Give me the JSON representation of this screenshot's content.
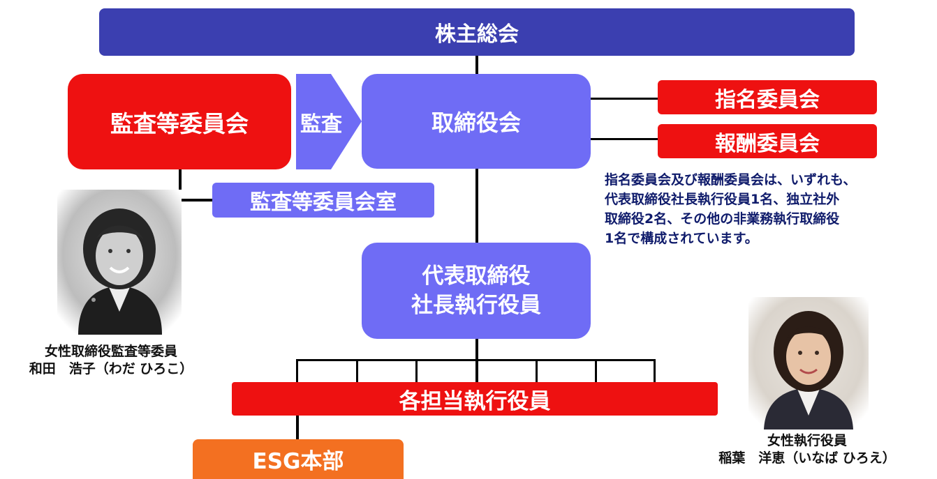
{
  "nodes": {
    "shareholders": "株主総会",
    "audit_committee": "監査等委員会",
    "audit_label": "監査",
    "board": "取締役会",
    "nomination_committee": "指名委員会",
    "compensation_committee": "報酬委員会",
    "audit_office": "監査等委員会室",
    "president_line1": "代表取締役",
    "president_line2": "社長執行役員",
    "executive_officers": "各担当執行役員",
    "esg": "ESG本部"
  },
  "note": {
    "line1": "指名委員会及び報酬委員会は、いずれも、",
    "line2": "代表取締役社長執行役員1名、独立社外",
    "line3": "取締役2名、その他の非業務執行取締役",
    "line4": "1名で構成されています。"
  },
  "people": {
    "director_role": "女性取締役監査等委員",
    "director_name": "和田　浩子（わだ ひろこ）",
    "officer_role": "女性執行役員",
    "officer_name": "稲葉　洋恵（いなば ひろえ）"
  },
  "colors": {
    "navy": "#3b3fb0",
    "purple": "#6f6cf5",
    "red": "#ee1111",
    "orange": "#f37021"
  }
}
